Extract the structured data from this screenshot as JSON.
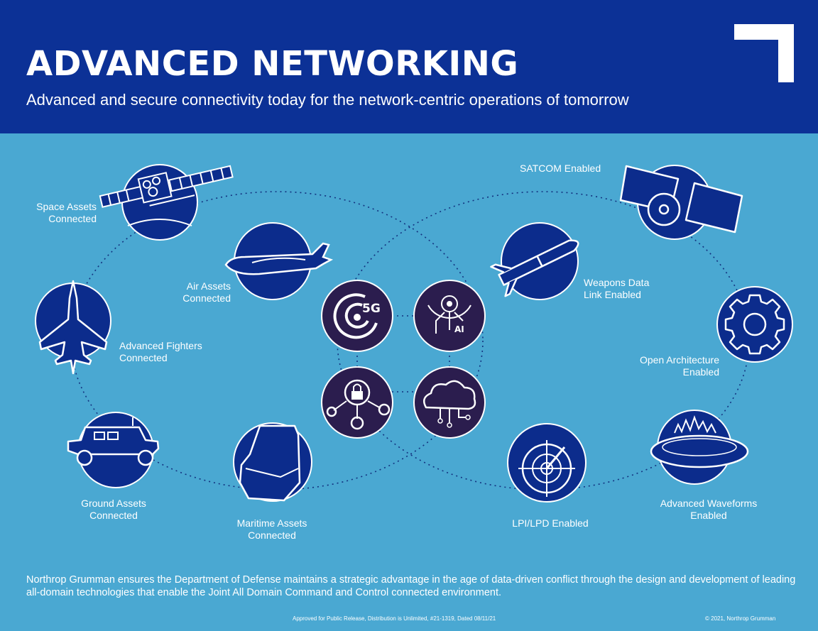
{
  "header": {
    "title": "ADVANCED NETWORKING",
    "subtitle": "Advanced and secure connectivity today for the network-centric operations of tomorrow"
  },
  "nodes": {
    "space": {
      "line1": "Space Assets",
      "line2": "Connected"
    },
    "air": {
      "line1": "Air Assets",
      "line2": "Connected"
    },
    "fighters": {
      "line1": "Advanced Fighters",
      "line2": "Connected"
    },
    "ground": {
      "line1": "Ground Assets",
      "line2": "Connected"
    },
    "maritime": {
      "line1": "Maritime Assets",
      "line2": "Connected"
    },
    "satcom": {
      "line1": "SATCOM Enabled"
    },
    "weapons": {
      "line1": "Weapons Data",
      "line2": "Link Enabled"
    },
    "open_arch": {
      "line1": "Open Architecture",
      "line2": "Enabled"
    },
    "waveforms": {
      "line1": "Advanced Waveforms",
      "line2": "Enabled"
    },
    "lpi": {
      "line1": "LPI/LPD Enabled"
    }
  },
  "center_icons": {
    "fiveg": "5G",
    "ai": "AI"
  },
  "icons": [
    "satellite-icon",
    "aircraft-icon",
    "fighter-jet-icon",
    "humvee-icon",
    "ship-icon",
    "comms-satellite-icon",
    "missile-icon",
    "gear-icon",
    "waveform-icon",
    "radar-icon",
    "5g-icon",
    "ai-icon",
    "secure-network-icon",
    "cloud-icon"
  ],
  "colors": {
    "header": "#0c3196",
    "background": "#4aa8d2",
    "node": "#0c2c8c",
    "center": "#2b1d4e"
  },
  "footer": {
    "text": "Northrop Grumman ensures the Department of Defense maintains a strategic advantage in the age of data-driven conflict through the design and development of leading all-domain technologies that enable the Joint All Domain Command and Control connected environment.",
    "release": "Approved for Public Release, Distribution is Unlimited, #21-1319, Dated 08/11/21",
    "copyright": "© 2021, Northrop Grumman"
  }
}
